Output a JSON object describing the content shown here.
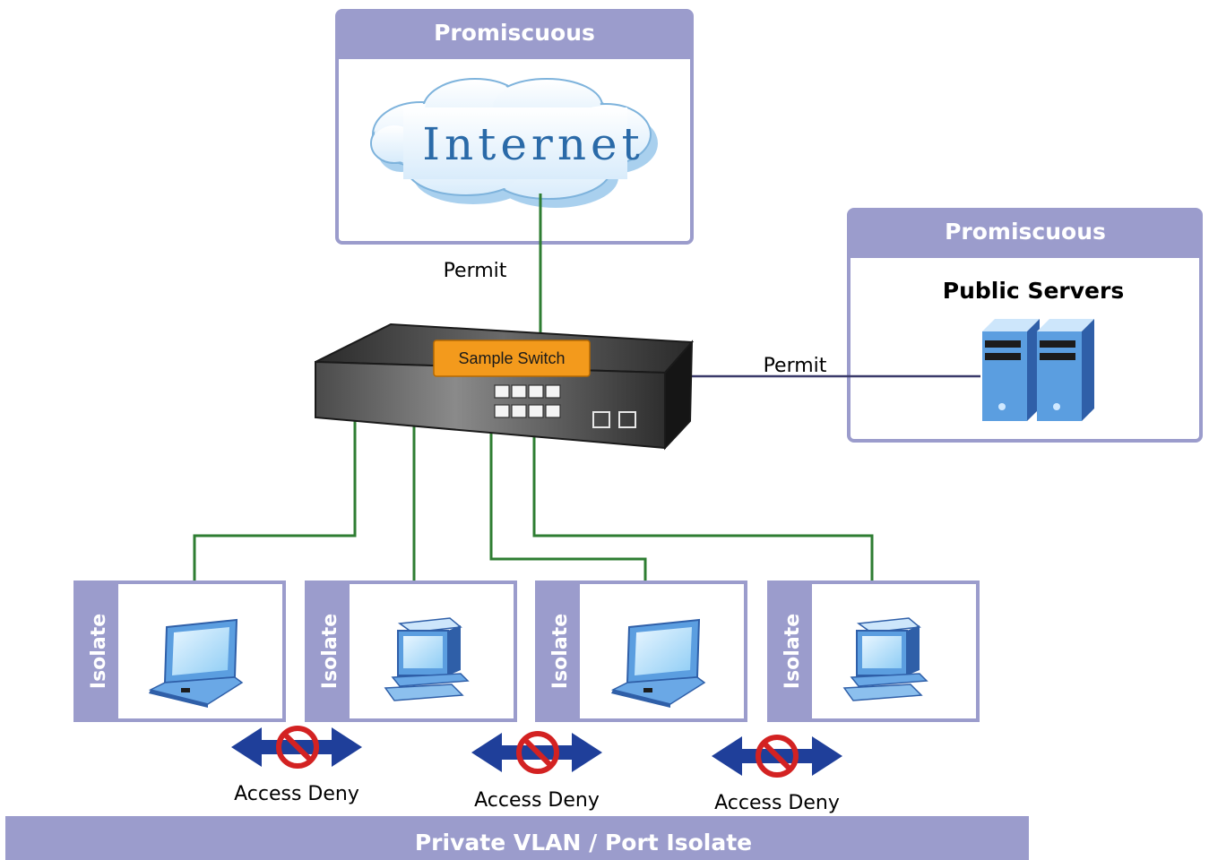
{
  "internet_box": {
    "header": "Promiscuous",
    "cloud_label": "Internet"
  },
  "servers_box": {
    "header": "Promiscuous",
    "title": "Public Servers"
  },
  "switch": {
    "label": "Sample Switch"
  },
  "links": {
    "internet_label": "Permit",
    "servers_label": "Permit"
  },
  "isolate_boxes": [
    {
      "label": "Isolate",
      "device": "laptop-icon"
    },
    {
      "label": "Isolate",
      "device": "desktop-icon"
    },
    {
      "label": "Isolate",
      "device": "laptop-icon"
    },
    {
      "label": "Isolate",
      "device": "desktop-icon"
    }
  ],
  "deny": [
    {
      "label": "Access Deny"
    },
    {
      "label": "Access Deny"
    },
    {
      "label": "Access Deny"
    }
  ],
  "footer": {
    "title": "Private VLAN / Port Isolate"
  },
  "colors": {
    "panel": "#9b9ccc",
    "link": "#2e7d32",
    "arrow": "#1f3f9a",
    "deny": "#d32222",
    "switch_label": "#f39a1c"
  }
}
